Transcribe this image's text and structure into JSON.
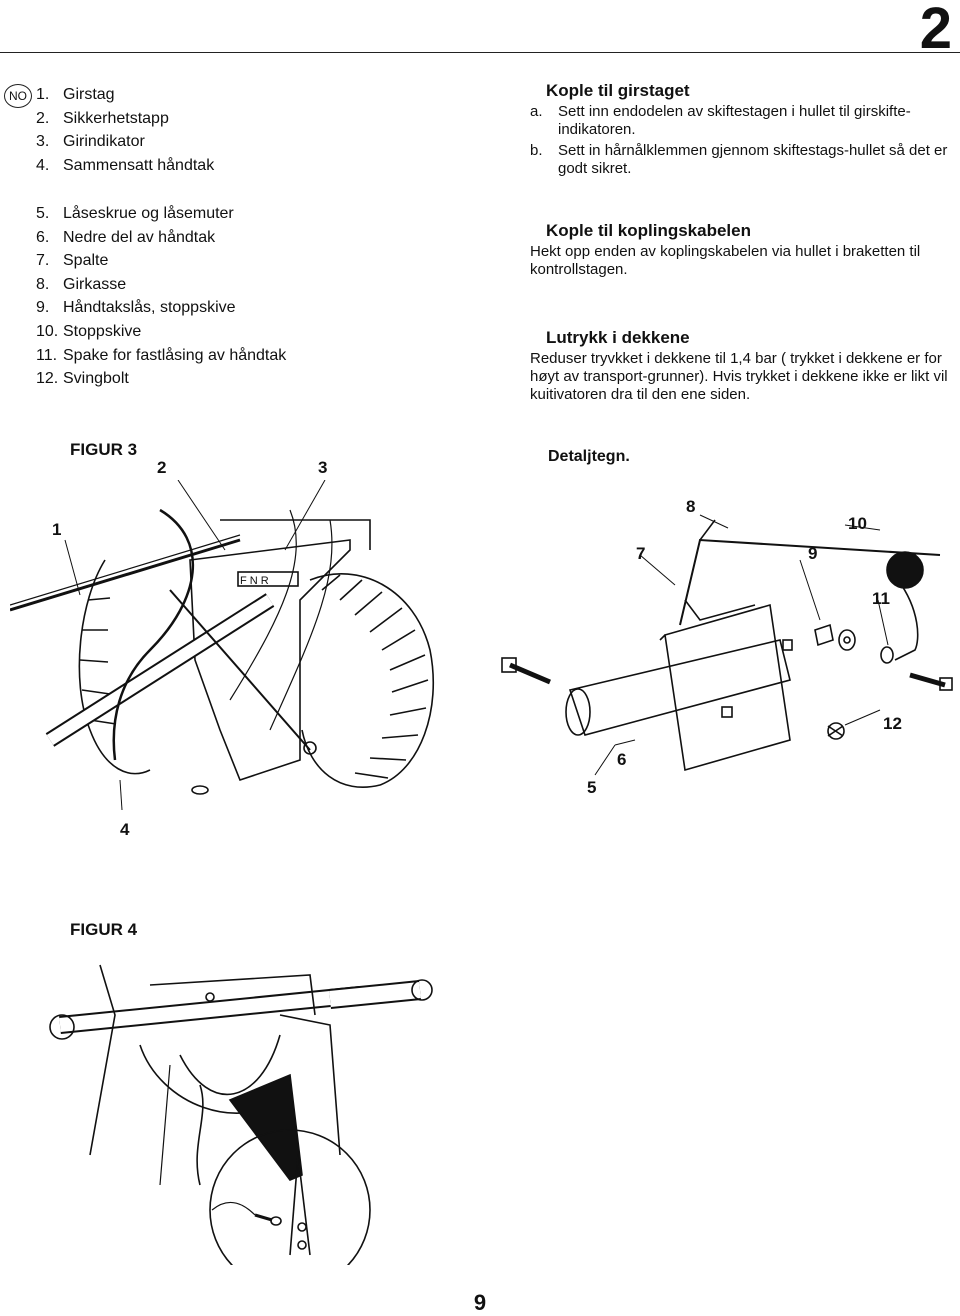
{
  "header": {
    "chapter_number": "2",
    "language_badge": "NO"
  },
  "parts_list": [
    {
      "num": "1.",
      "label": "Girstag"
    },
    {
      "num": "2.",
      "label": "Sikkerhetstapp"
    },
    {
      "num": "3.",
      "label": "Girindikator"
    },
    {
      "num": "4.",
      "label": "Sammensatt håndtak"
    },
    {
      "num": "5.",
      "label": "Låseskrue og låsemuter"
    },
    {
      "num": "6.",
      "label": "Nedre del av håndtak"
    },
    {
      "num": "7.",
      "label": "Spalte"
    },
    {
      "num": "8.",
      "label": "Girkasse"
    },
    {
      "num": "9.",
      "label": "Håndtakslås, stoppskive"
    },
    {
      "num": "10.",
      "label": "Stoppskive"
    },
    {
      "num": "11.",
      "label": "Spake for fastlåsing av håndtak"
    },
    {
      "num": "12.",
      "label": "Svingbolt"
    }
  ],
  "sections": {
    "girstag": {
      "title": "Kople til girstaget",
      "steps": [
        {
          "letter": "a.",
          "text": "Sett inn endodelen av skiftestagen i hullet til girskifte- indikatoren."
        },
        {
          "letter": "b.",
          "text": "Sett in hårnålklemmen gjennom skiftestags-hullet så det er godt sikret."
        }
      ]
    },
    "koplingskabel": {
      "title": "Kople til koplingskabelen",
      "text": "Hekt opp enden av koplingskabelen via hullet i braketten til kontrollstagen."
    },
    "lufttrykk": {
      "title": "Lutrykk i dekkene",
      "text": "Reduser tryvkket i dekkene til 1,4 bar ( trykket i dekkene er for høyt av transport-grunner). Hvis trykket i dekkene ikke er likt vil kuitivatoren dra til den ene siden."
    }
  },
  "figure3": {
    "label": "FIGUR 3",
    "detail_label": "Detaljtegn.",
    "callouts": [
      "1",
      "2",
      "3",
      "4",
      "5",
      "6",
      "7",
      "8",
      "9",
      "10",
      "11",
      "12"
    ]
  },
  "figure4": {
    "label": "FIGUR 4"
  },
  "page_number": "9"
}
